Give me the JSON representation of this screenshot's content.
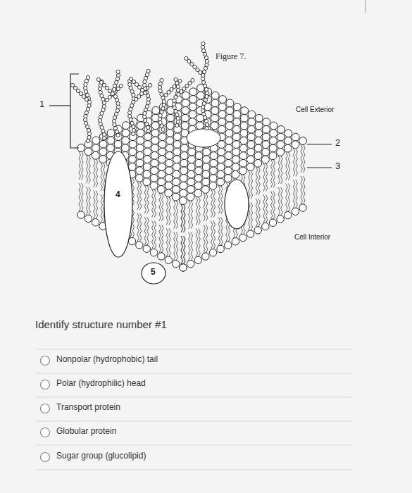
{
  "diagram": {
    "labels": [
      "Figure 7.",
      "1",
      "Cell Exterior",
      "2",
      "3",
      "4",
      "Cell Interior",
      "5",
      "Identify structure number #1",
      "Nonpolar (hydrophobic) tail",
      "Polar (hydrophilic) head",
      "Transport protein",
      "Globular protein",
      "Sugar group (glucolipid)"
    ]
  }
}
